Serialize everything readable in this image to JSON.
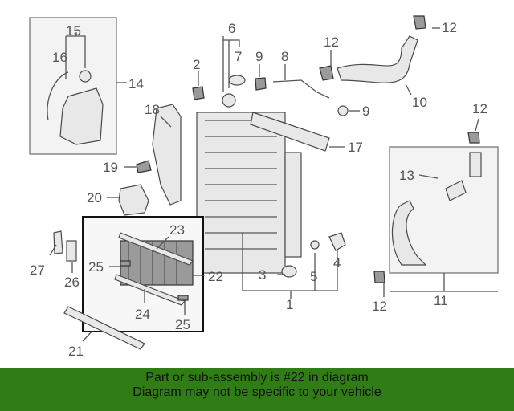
{
  "callouts": {
    "c1": "1",
    "c2": "2",
    "c3": "3",
    "c4": "4",
    "c5": "5",
    "c6": "6",
    "c7": "7",
    "c8": "8",
    "c9a": "9",
    "c9b": "9",
    "c10": "10",
    "c11": "11",
    "c12a": "12",
    "c12b": "12",
    "c12c": "12",
    "c12d": "12",
    "c13": "13",
    "c14": "14",
    "c15": "15",
    "c16": "16",
    "c17": "17",
    "c18": "18",
    "c19": "19",
    "c20": "20",
    "c21": "21",
    "c22": "22",
    "c23": "23",
    "c24": "24",
    "c25a": "25",
    "c25b": "25",
    "c26": "26",
    "c27": "27"
  },
  "banner": {
    "line1": "Part or sub-assembly is #22 in diagram",
    "line2": "Diagram may not be specific to your vehicle"
  },
  "colors": {
    "banner": "#2f7d14",
    "linework": "#555555"
  }
}
